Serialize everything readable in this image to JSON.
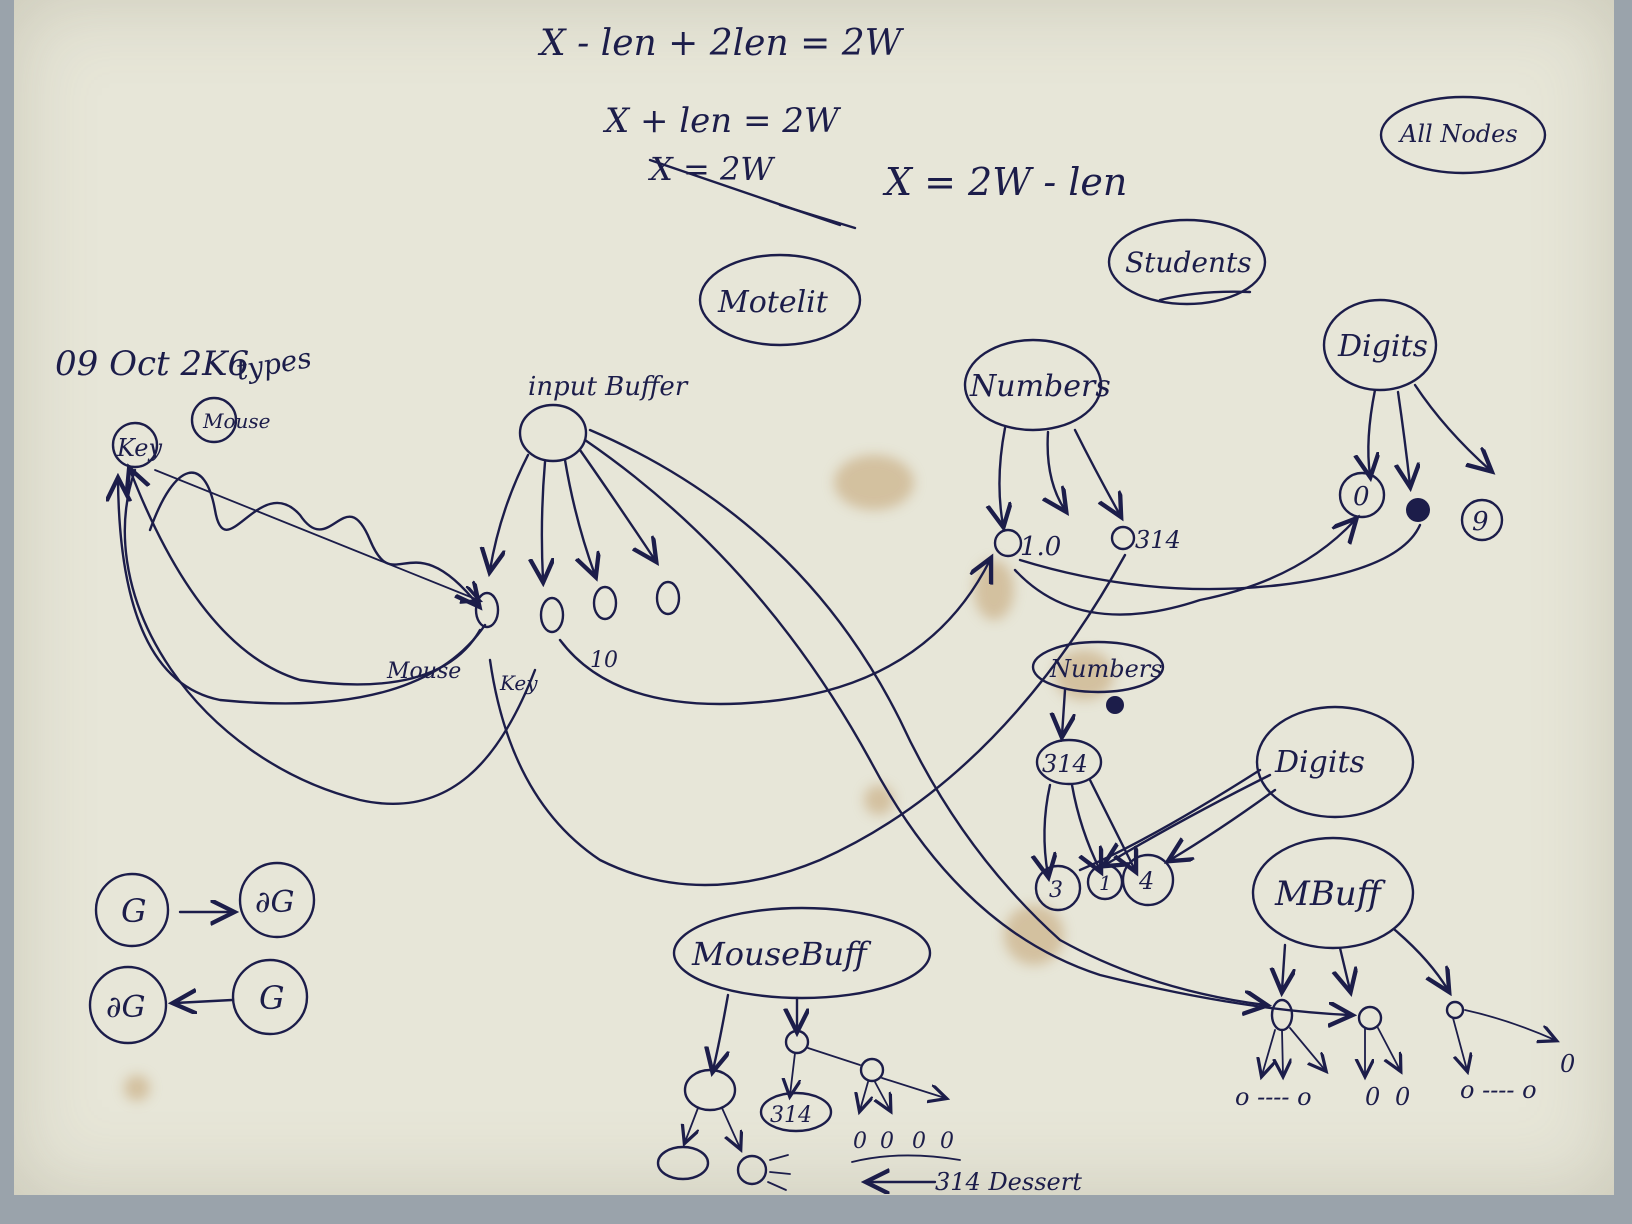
{
  "formulas": [
    "X - len + 2len = 2W",
    "X + len = 2W",
    "X = 2W",
    "X = 2W - len"
  ],
  "date_note": "09 Oct 2K6",
  "types_label": "types",
  "labels": {
    "all_nodes": "All Nodes",
    "students": "Students",
    "motelit": "Motelit",
    "numbers": "Numbers",
    "digits": "Digits",
    "key": "Key",
    "mouse_node": "Mouse",
    "input_buffer": "input Buffer",
    "mouse_edge": "Mouse",
    "key_edge": "Key",
    "ten_edge": "10",
    "numbers_small": "Numbers",
    "digits_small": "Digits",
    "mbuff": "MBuff",
    "mousebuff": "MouseBuff",
    "g": "G",
    "dg": "∂G",
    "n10": "1.0",
    "n314": "314",
    "n314_node": "314",
    "n314_leaf": "314",
    "d0": "0",
    "d9": "9",
    "d3": "3",
    "d1": "1",
    "d4": "4",
    "o": "0",
    "ellipsis": "o ---- o",
    "leaf_caption": "314 Dessert"
  }
}
